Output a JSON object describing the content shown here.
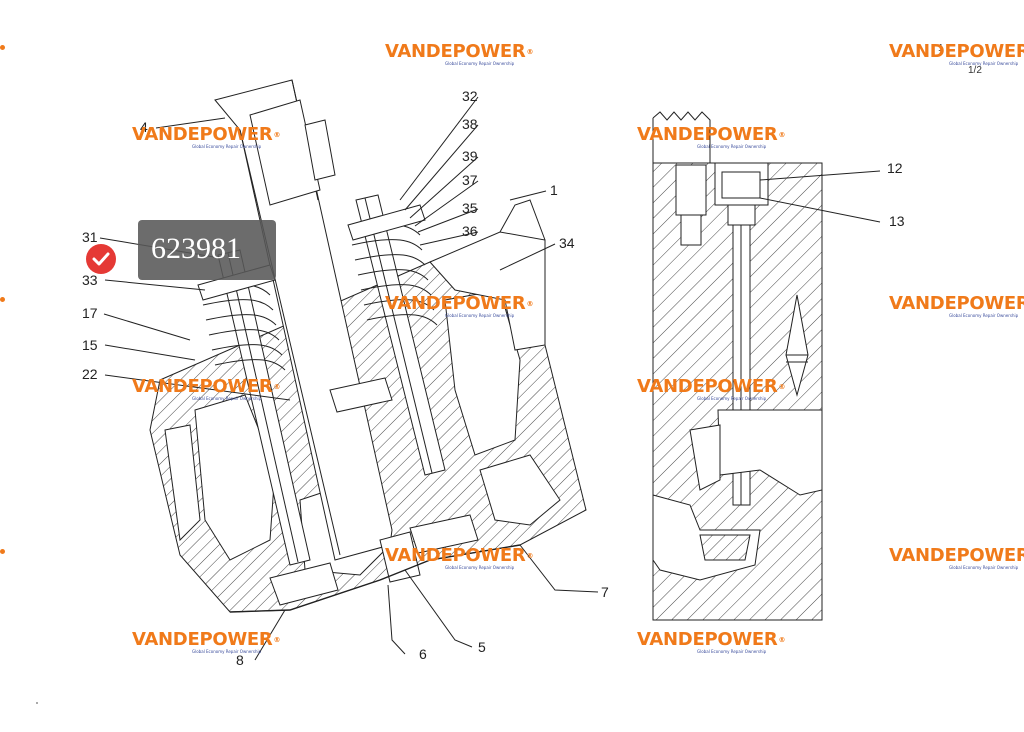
{
  "diagram": {
    "callouts": [
      "32",
      "38",
      "39",
      "37",
      "35",
      "36",
      "1",
      "34",
      "4",
      "31",
      "33",
      "17",
      "15",
      "22",
      "12",
      "13",
      "7",
      "6",
      "5",
      "8"
    ],
    "doc_number": "1/2",
    "doc_ref_partial": "1"
  },
  "badge": {
    "code": "623981",
    "icon": "check-circle-icon",
    "color": "#e53935"
  },
  "watermark": {
    "brand": "VANDEPOWER",
    "registered": "®",
    "tagline": "Global Economy Repair Ownership",
    "color": "#f07a1a",
    "tagline_color": "#3a4c9c"
  }
}
